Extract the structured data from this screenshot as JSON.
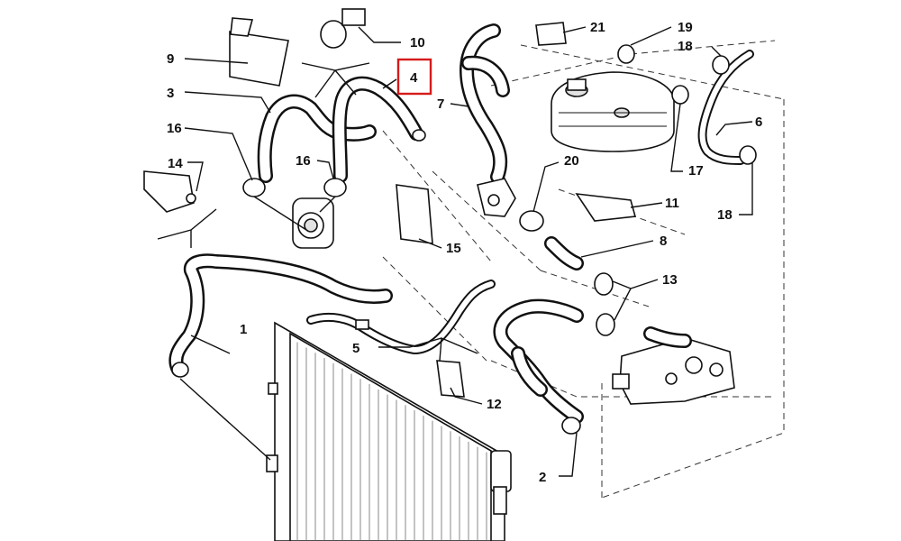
{
  "callouts": [
    {
      "id": "c1",
      "label": "1"
    },
    {
      "id": "c2",
      "label": "2"
    },
    {
      "id": "c3",
      "label": "3"
    },
    {
      "id": "c4",
      "label": "4",
      "highlighted": true
    },
    {
      "id": "c5",
      "label": "5"
    },
    {
      "id": "c6",
      "label": "6"
    },
    {
      "id": "c7",
      "label": "7"
    },
    {
      "id": "c8",
      "label": "8"
    },
    {
      "id": "c9",
      "label": "9"
    },
    {
      "id": "c10",
      "label": "10"
    },
    {
      "id": "c11",
      "label": "11"
    },
    {
      "id": "c12",
      "label": "12"
    },
    {
      "id": "c13",
      "label": "13"
    },
    {
      "id": "c14",
      "label": "14"
    },
    {
      "id": "c15",
      "label": "15"
    },
    {
      "id": "c16a",
      "label": "16"
    },
    {
      "id": "c16b",
      "label": "16"
    },
    {
      "id": "c17",
      "label": "17"
    },
    {
      "id": "c18a",
      "label": "18"
    },
    {
      "id": "c18b",
      "label": "18"
    },
    {
      "id": "c19",
      "label": "19"
    },
    {
      "id": "c20",
      "label": "20"
    },
    {
      "id": "c21",
      "label": "21"
    }
  ],
  "colors": {
    "line": "#111111",
    "highlight": "#d61a1a",
    "background": "#ffffff"
  }
}
